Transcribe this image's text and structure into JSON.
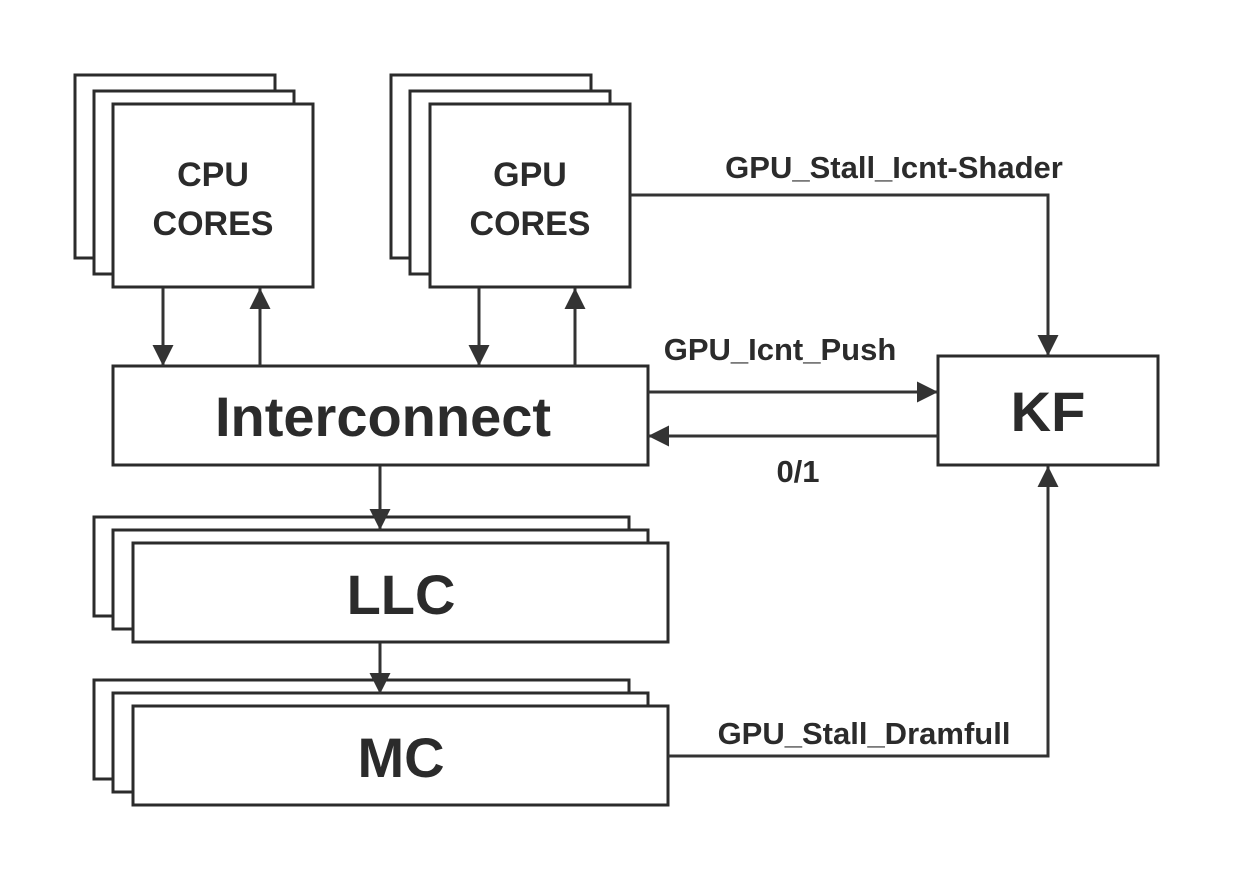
{
  "nodes": {
    "cpu_cores": {
      "line1": "CPU",
      "line2": "CORES"
    },
    "gpu_cores": {
      "line1": "GPU",
      "line2": "CORES"
    },
    "interconnect": {
      "label": "Interconnect"
    },
    "llc": {
      "label": "LLC"
    },
    "mc": {
      "label": "MC"
    },
    "kf": {
      "label": "KF"
    }
  },
  "edge_labels": {
    "gpu_stall_icnt_shader": "GPU_Stall_Icnt-Shader",
    "gpu_icnt_push": "GPU_Icnt_Push",
    "kf_feedback": "0/1",
    "gpu_stall_dramfull": "GPU_Stall_Dramfull"
  },
  "colors": {
    "stroke": "#2b2b2b",
    "background": "#ffffff"
  }
}
